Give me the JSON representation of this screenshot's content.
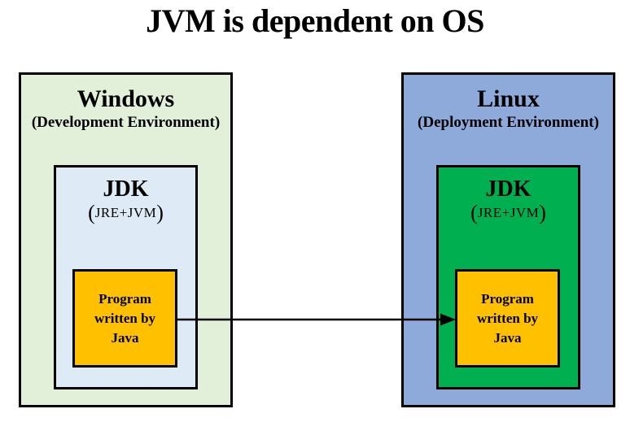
{
  "title": "JVM is dependent on OS",
  "colors": {
    "windows_panel_bg": "#e2efd9",
    "linux_panel_bg": "#8eaadb",
    "jdk_windows_bg": "#deeaf6",
    "jdk_linux_bg": "#00b050",
    "program_bg": "#ffc000",
    "border": "#000000",
    "arrow": "#000000"
  },
  "environments": [
    {
      "os": "Windows",
      "role": "(Development Environment)",
      "jdk": {
        "label": "JDK",
        "paren_open": "(",
        "contents": "JRE+JVM",
        "paren_close": ")"
      },
      "program": {
        "lines": [
          "Program",
          "written by",
          "Java"
        ]
      }
    },
    {
      "os": "Linux",
      "role": "(Deployment Environment)",
      "jdk": {
        "label": "JDK",
        "paren_open": "(",
        "contents": "JRE+JVM",
        "paren_close": ")"
      },
      "program": {
        "lines": [
          "Program",
          "written by",
          "Java"
        ]
      }
    }
  ],
  "arrow": {
    "direction": "left-to-right"
  }
}
